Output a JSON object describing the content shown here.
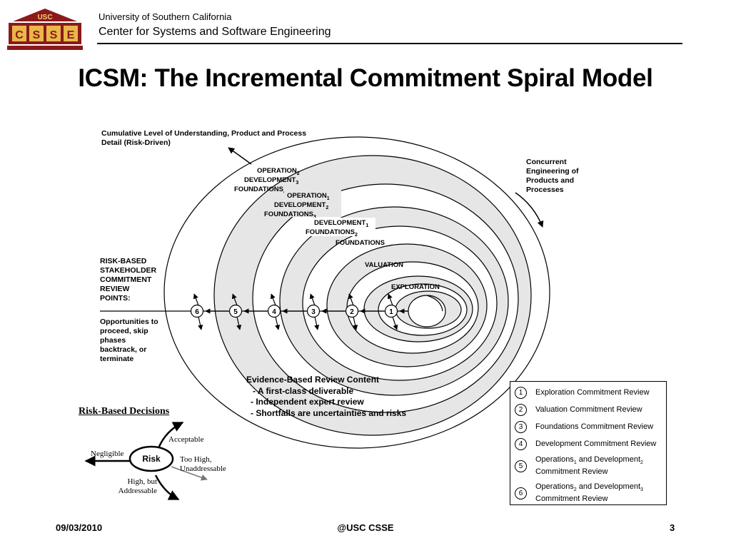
{
  "header": {
    "logo_top": "USC",
    "logo_letters": [
      "C",
      "S",
      "S",
      "E"
    ],
    "university": "University of Southern California",
    "center": "Center for Systems and Software Engineering"
  },
  "title": "ICSM: The Incremental Commitment Spiral Model",
  "diagram": {
    "cumulative_label_1": "Cumulative Level of Understanding, Product and Process",
    "cumulative_label_2": "Detail (Risk-Driven)",
    "concurrent_label": [
      "Concurrent",
      "Engineering of",
      "Products and",
      "Processes"
    ],
    "risk_points_label": [
      "RISK-BASED",
      "STAKEHOLDER",
      "COMMITMENT",
      "REVIEW",
      "POINTS:"
    ],
    "opportunities_label": [
      "Opportunities to",
      "proceed, skip",
      "phases",
      "backtrack, or",
      "terminate"
    ],
    "spiral_labels": {
      "op2": "OPERATION",
      "op2_sub": "2",
      "dev3": "DEVELOPMENT",
      "dev3_sub": "3",
      "found4": "FOUNDATIONS",
      "found4_sub": "4",
      "op1": "OPERATION",
      "op1_sub": "1",
      "dev2": "DEVELOPMENT",
      "dev2_sub": "2",
      "found3": "FOUNDATIONS",
      "found3_sub": "3",
      "dev1": "DEVELOPMENT",
      "dev1_sub": "1",
      "found2": "FOUNDATIONS",
      "found2_sub": "2",
      "foundations": "FOUNDATIONS",
      "valuation": "VALUATION",
      "exploration": "EXPLORATION"
    },
    "review_points": [
      "6",
      "5",
      "4",
      "3",
      "2",
      "1"
    ],
    "evidence": {
      "title": "Evidence-Based Review Content",
      "items": [
        "- A first-class deliverable",
        "- Independent expert review",
        "- Shortfalls are uncertainties and risks"
      ]
    }
  },
  "risk_decisions": {
    "title": "Risk-Based Decisions",
    "center": "Risk",
    "acceptable": "Acceptable",
    "negligible": "Negligible",
    "too_high_1": "Too High,",
    "too_high_2": "Unaddressable",
    "high_but_1": "High, but",
    "high_but_2": "Addressable"
  },
  "legend": [
    {
      "num": "1",
      "text": "Exploration Commitment Review"
    },
    {
      "num": "2",
      "text": "Valuation Commitment Review"
    },
    {
      "num": "3",
      "text": "Foundations Commitment Review"
    },
    {
      "num": "4",
      "text": "Development Commitment Review"
    },
    {
      "num": "5",
      "pre": "Operations",
      "sub1": "1",
      "mid": " and Development",
      "sub2": "2",
      "line2": "Commitment Review"
    },
    {
      "num": "6",
      "pre": "Operations",
      "sub1": "2",
      "mid": " and Development",
      "sub2": "3",
      "line2": "Commitment Review"
    }
  ],
  "footer": {
    "date": "09/03/2010",
    "org": "@USC CSSE",
    "page": "3"
  },
  "colors": {
    "logo_maroon": "#8b1a1a",
    "logo_gold": "#e8b84a",
    "spiral_fill": "#e6e6e6"
  }
}
